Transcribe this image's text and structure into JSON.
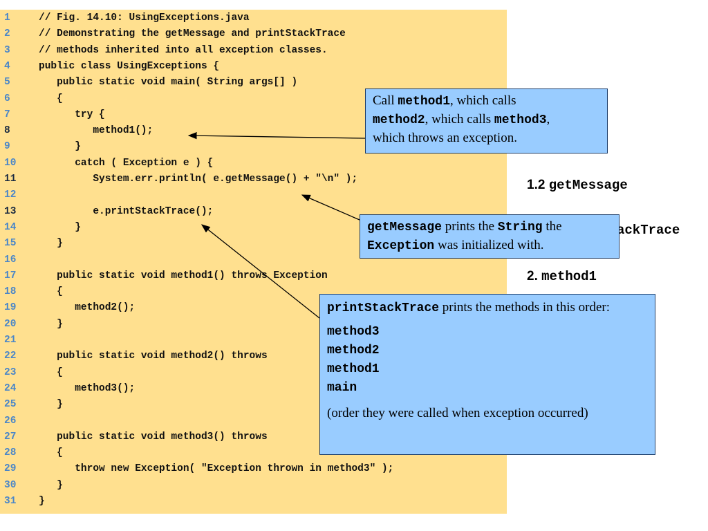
{
  "code": {
    "lines": [
      {
        "n": "1",
        "t": "// Fig. 14.10: UsingExceptions.java"
      },
      {
        "n": "2",
        "t": "// Demonstrating the getMessage and printStackTrace"
      },
      {
        "n": "3",
        "t": "// methods inherited into all exception classes."
      },
      {
        "n": "4",
        "t": "public class UsingExceptions {"
      },
      {
        "n": "5",
        "t": "   public static void main( String args[] )"
      },
      {
        "n": "6",
        "t": "   {"
      },
      {
        "n": "7",
        "t": "      try {"
      },
      {
        "n": "8",
        "t": "         method1();"
      },
      {
        "n": "9",
        "t": "      }"
      },
      {
        "n": "10",
        "t": "      catch ( Exception e ) {"
      },
      {
        "n": "11",
        "t": "         System.err.println( e.getMessage() + \"\\n\" );"
      },
      {
        "n": "12",
        "t": ""
      },
      {
        "n": "13",
        "t": "         e.printStackTrace();"
      },
      {
        "n": "14",
        "t": "      }"
      },
      {
        "n": "15",
        "t": "   }"
      },
      {
        "n": "16",
        "t": ""
      },
      {
        "n": "17",
        "t": "   public static void method1() throws Exception"
      },
      {
        "n": "18",
        "t": "   {"
      },
      {
        "n": "19",
        "t": "      method2();"
      },
      {
        "n": "20",
        "t": "   }"
      },
      {
        "n": "21",
        "t": ""
      },
      {
        "n": "22",
        "t": "   public static void method2() throws"
      },
      {
        "n": "23",
        "t": "   {"
      },
      {
        "n": "24",
        "t": "      method3();"
      },
      {
        "n": "25",
        "t": "   }"
      },
      {
        "n": "26",
        "t": ""
      },
      {
        "n": "27",
        "t": "   public static void method3() throws"
      },
      {
        "n": "28",
        "t": "   {"
      },
      {
        "n": "29",
        "t": "      throw new Exception( \"Exception thrown in method3\" );"
      },
      {
        "n": "30",
        "t": "   }"
      },
      {
        "n": "31",
        "t": "}"
      }
    ]
  },
  "side_labels": {
    "label_1_2_num": "1.2",
    "label_1_2_code": "getMessage",
    "label_1_3_partial": "ackTrace",
    "label_2_num": "2.",
    "label_2_code": "method1"
  },
  "callouts": {
    "call_method1": {
      "p1": "Call ",
      "c1": "method1",
      "p2": ", which calls ",
      "c2": "method2",
      "p3": ", which calls ",
      "c3": "method3",
      "p4": ",",
      "p5": "which throws an exception."
    },
    "get_message": {
      "c1": "getMessage",
      "p1": " prints the ",
      "c2": "String",
      "p2": " the ",
      "c3": "Exception",
      "p3": " was initialized with."
    },
    "print_stack": {
      "c1": "printStackTrace",
      "p1": " prints the methods in this order:",
      "m1": "method3",
      "m2": "method2",
      "m3": "method1",
      "m4": "main",
      "note": "(order they were called when exception occurred)"
    }
  },
  "colors": {
    "code_background": "#ffe08f",
    "callout_background": "#99ccff",
    "line_number_blue": "#4a86c8"
  }
}
